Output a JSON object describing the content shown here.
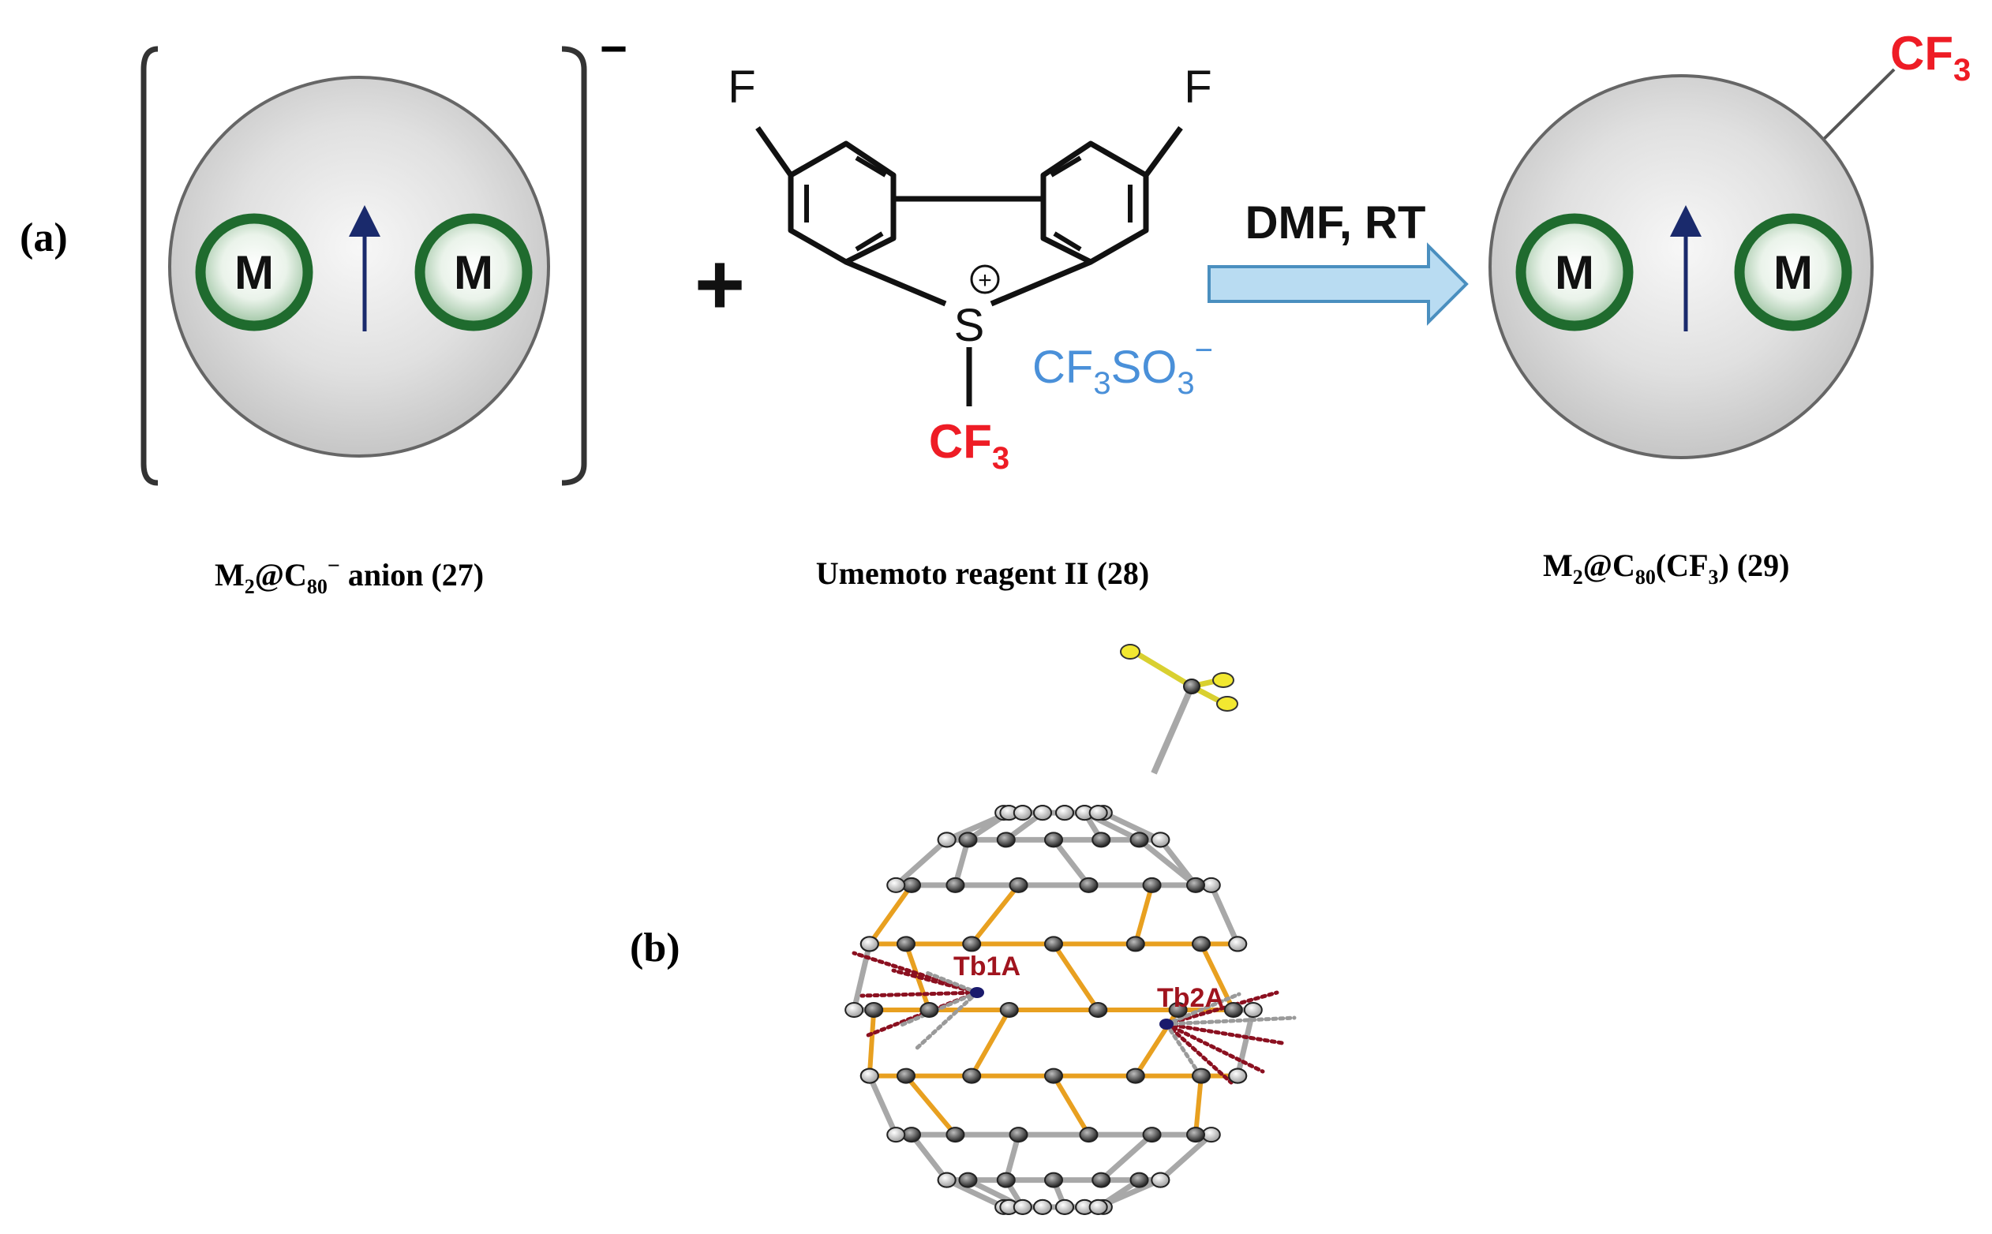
{
  "panel_a": {
    "label": "(a)",
    "reactant": {
      "metal_left": "M",
      "metal_right": "M",
      "charge": "−",
      "caption_prefix": "M",
      "caption_sub1": "2",
      "caption_at": "@C",
      "caption_sub2": "80",
      "caption_sup": "−",
      "caption_suffix": " anion (27)"
    },
    "plus": "+",
    "reagent": {
      "f_left": "F",
      "f_right": "F",
      "sulfur": "S",
      "sulfur_charge": "+",
      "cf3_c": "CF",
      "cf3_sub": "3",
      "counter_ion_main": "CF",
      "counter_ion_sub1": "3",
      "counter_ion_mid": "SO",
      "counter_ion_sub2": "3",
      "counter_ion_sup": "−",
      "caption": "Umemoto reagent II (28)"
    },
    "conditions": "DMF, RT",
    "product": {
      "metal_left": "M",
      "metal_right": "M",
      "cf3_c": "CF",
      "cf3_sub": "3",
      "caption_prefix": "M",
      "caption_sub1": "2",
      "caption_at": "@C",
      "caption_sub2": "80",
      "caption_paren": "(CF",
      "caption_sub3": "3",
      "caption_suffix": ") (29)"
    },
    "colors": {
      "cage_gray": "#d3d3d3",
      "metal_green": "#1f6b2e",
      "arrow_blue": "#1a2a6c",
      "cf3_red": "#ee1c25",
      "counter_ion_blue": "#4a90d9",
      "reaction_arrow_fill": "#b9dcf2",
      "reaction_arrow_stroke": "#4a8fbf"
    }
  },
  "panel_b": {
    "label": "(b)",
    "atom_1": "Tb1A",
    "atom_2": "Tb2A",
    "colors": {
      "label_red": "#a0141e",
      "bond_orange": "#e8a020",
      "bond_gray": "#a8a8a8",
      "fluorine_yellow": "#f2e830"
    }
  }
}
